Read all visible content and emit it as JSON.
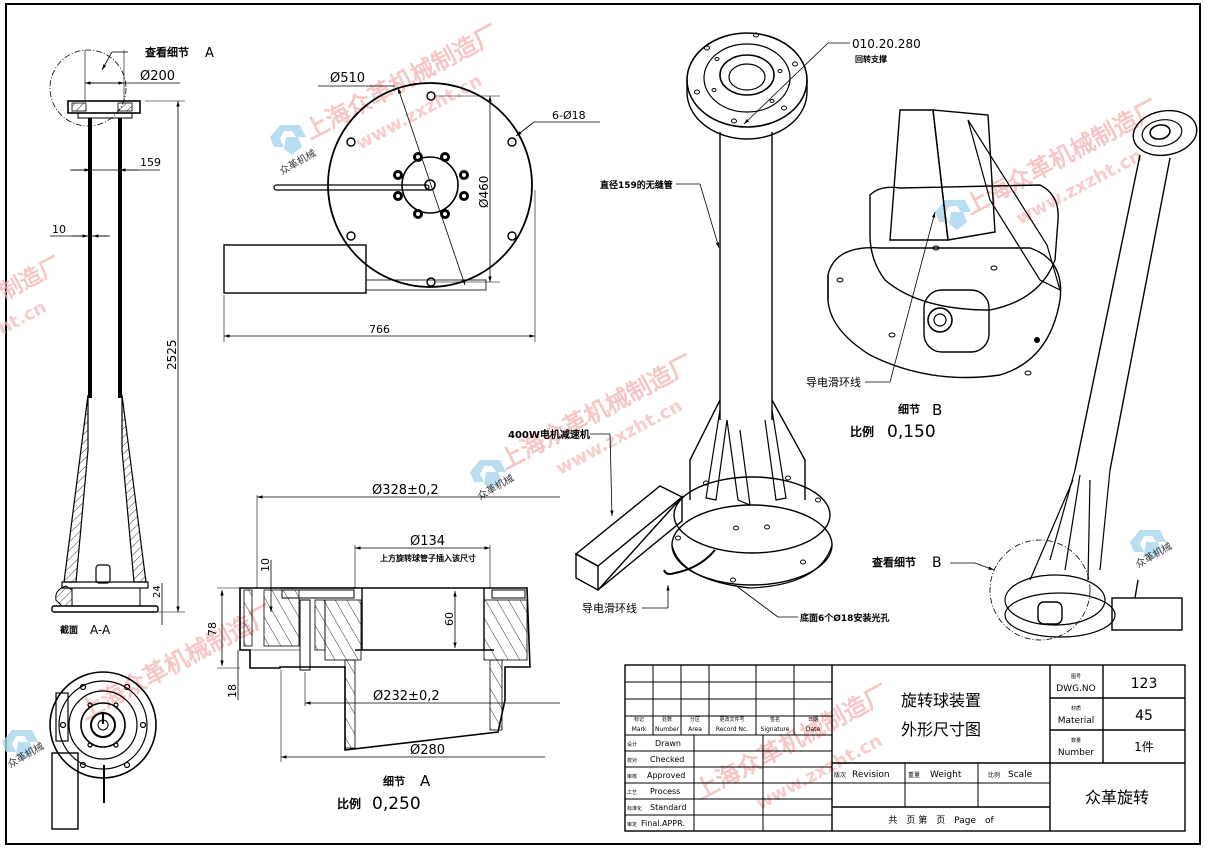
{
  "drawing": {
    "watermark": {
      "company_cn": "上海众革机械制造厂",
      "url": "www.zxzht.cn",
      "logo_text": "众革机械",
      "fragment_left": "制造厂",
      "fragment_left_url": "ht.cn"
    },
    "section_view": {
      "detail_callout_label": "查看细节",
      "detail_callout_letter": "A",
      "dim_flange_dia": "Ø200",
      "dim_tube_dia": "159",
      "dim_wall": "10",
      "dim_height": "2525",
      "dim_base": "24",
      "section_label": "截面",
      "section_letter": "A-A"
    },
    "top_view": {
      "dim_outer_dia": "Ø510",
      "dim_holes": "6-Ø18",
      "dim_bolt_circle": "Ø460",
      "dim_overall": "766"
    },
    "detail_a": {
      "dim_od": "Ø328±0,2",
      "dim_id": "Ø134",
      "dim_id_note": "上方旋转球管子插入该尺寸",
      "dim_10": "10",
      "dim_78": "78",
      "dim_18": "18",
      "dim_60": "60",
      "dim_232": "Ø232±0,2",
      "dim_280": "Ø280",
      "title": "细节",
      "letter": "A",
      "scale_label": "比例",
      "scale_value": "0,250"
    },
    "iso_view": {
      "note_bearing_code": "010.20.280",
      "note_bearing_name": "回转支撑",
      "note_tube": "直径159的无缝管",
      "note_motor": "400W电机减速机",
      "note_slipring": "导电滑环线",
      "note_base_holes": "底面6个Ø18安装光孔"
    },
    "detail_b": {
      "note_slipring": "导电滑环线",
      "title": "细节",
      "letter": "B",
      "scale_label": "比例",
      "scale_value": "0,150",
      "callout_label": "查看细节",
      "callout_letter": "B"
    }
  },
  "title_block": {
    "revision_headers": [
      {
        "cn": "标记",
        "en": "Mark"
      },
      {
        "cn": "处数",
        "en": "Number"
      },
      {
        "cn": "分区",
        "en": "Area"
      },
      {
        "cn": "更改文件号",
        "en": "Record Nc."
      },
      {
        "cn": "签名",
        "en": "Signature"
      },
      {
        "cn": "日期",
        "en": "Date"
      }
    ],
    "roles": [
      {
        "cn": "设计",
        "en": "Drawn"
      },
      {
        "cn": "校对",
        "en": "Checked"
      },
      {
        "cn": "审核",
        "en": "Approved"
      },
      {
        "cn": "工艺",
        "en": "Process"
      },
      {
        "cn": "标准化",
        "en": "Standard"
      },
      {
        "cn": "审定",
        "en": "Final.APPR."
      }
    ],
    "title_line1": "旋转球装置",
    "title_line2": "外形尺寸图",
    "revision_label": {
      "cn": "版次",
      "en": "Revision"
    },
    "weight_label": {
      "cn": "重量",
      "en": "Weight"
    },
    "scale_label": {
      "cn": "比例",
      "en": "Scale"
    },
    "page_label": "共　页 第　页　Page　of",
    "dwg_no": {
      "cn": "图号",
      "en": "DWG.NO",
      "value": "123"
    },
    "material": {
      "cn": "材质",
      "en": "Material",
      "value": "45"
    },
    "number": {
      "cn": "数量",
      "en": "Number",
      "value": "1件"
    },
    "company": "众革旋转"
  }
}
